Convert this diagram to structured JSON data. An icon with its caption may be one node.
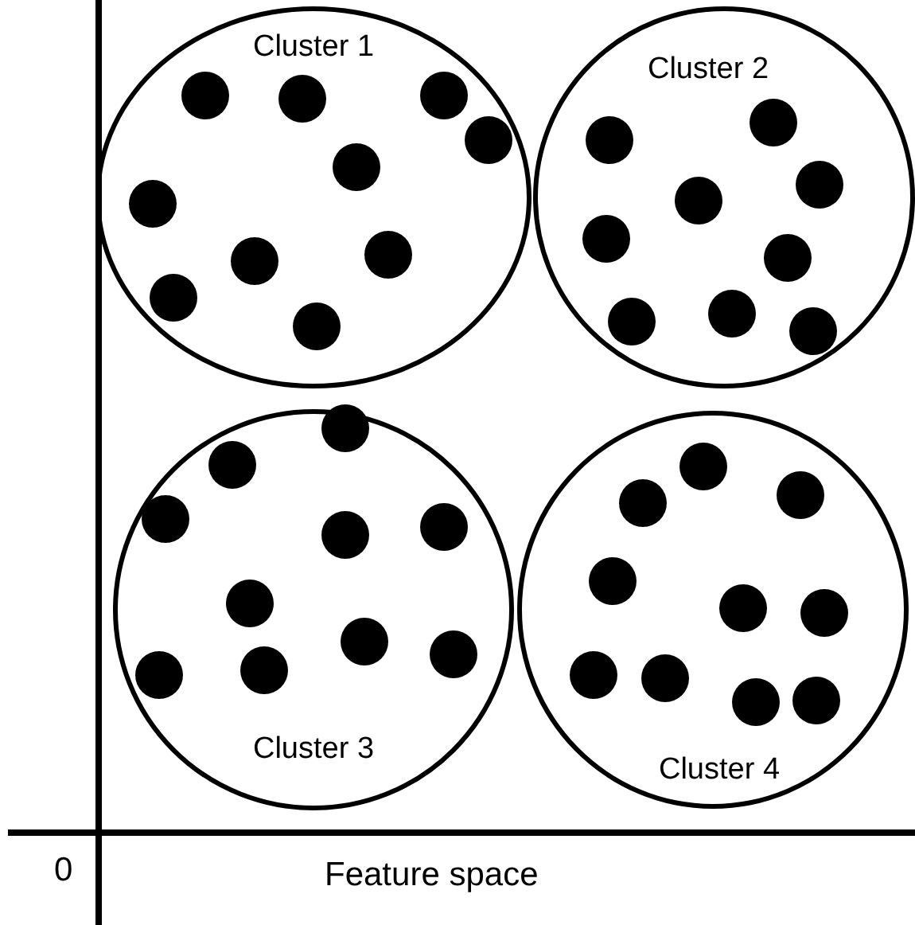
{
  "diagram": {
    "nodes": [
      {
        "text": [
          "Cluster 1"
        ]
      },
      {
        "text": [
          "Cluster 2"
        ]
      },
      {
        "text": [
          "Cluster 3"
        ]
      },
      {
        "text": [
          "Cluster 4"
        ]
      }
    ],
    "labels": [
      "0",
      "Feature space"
    ]
  }
}
